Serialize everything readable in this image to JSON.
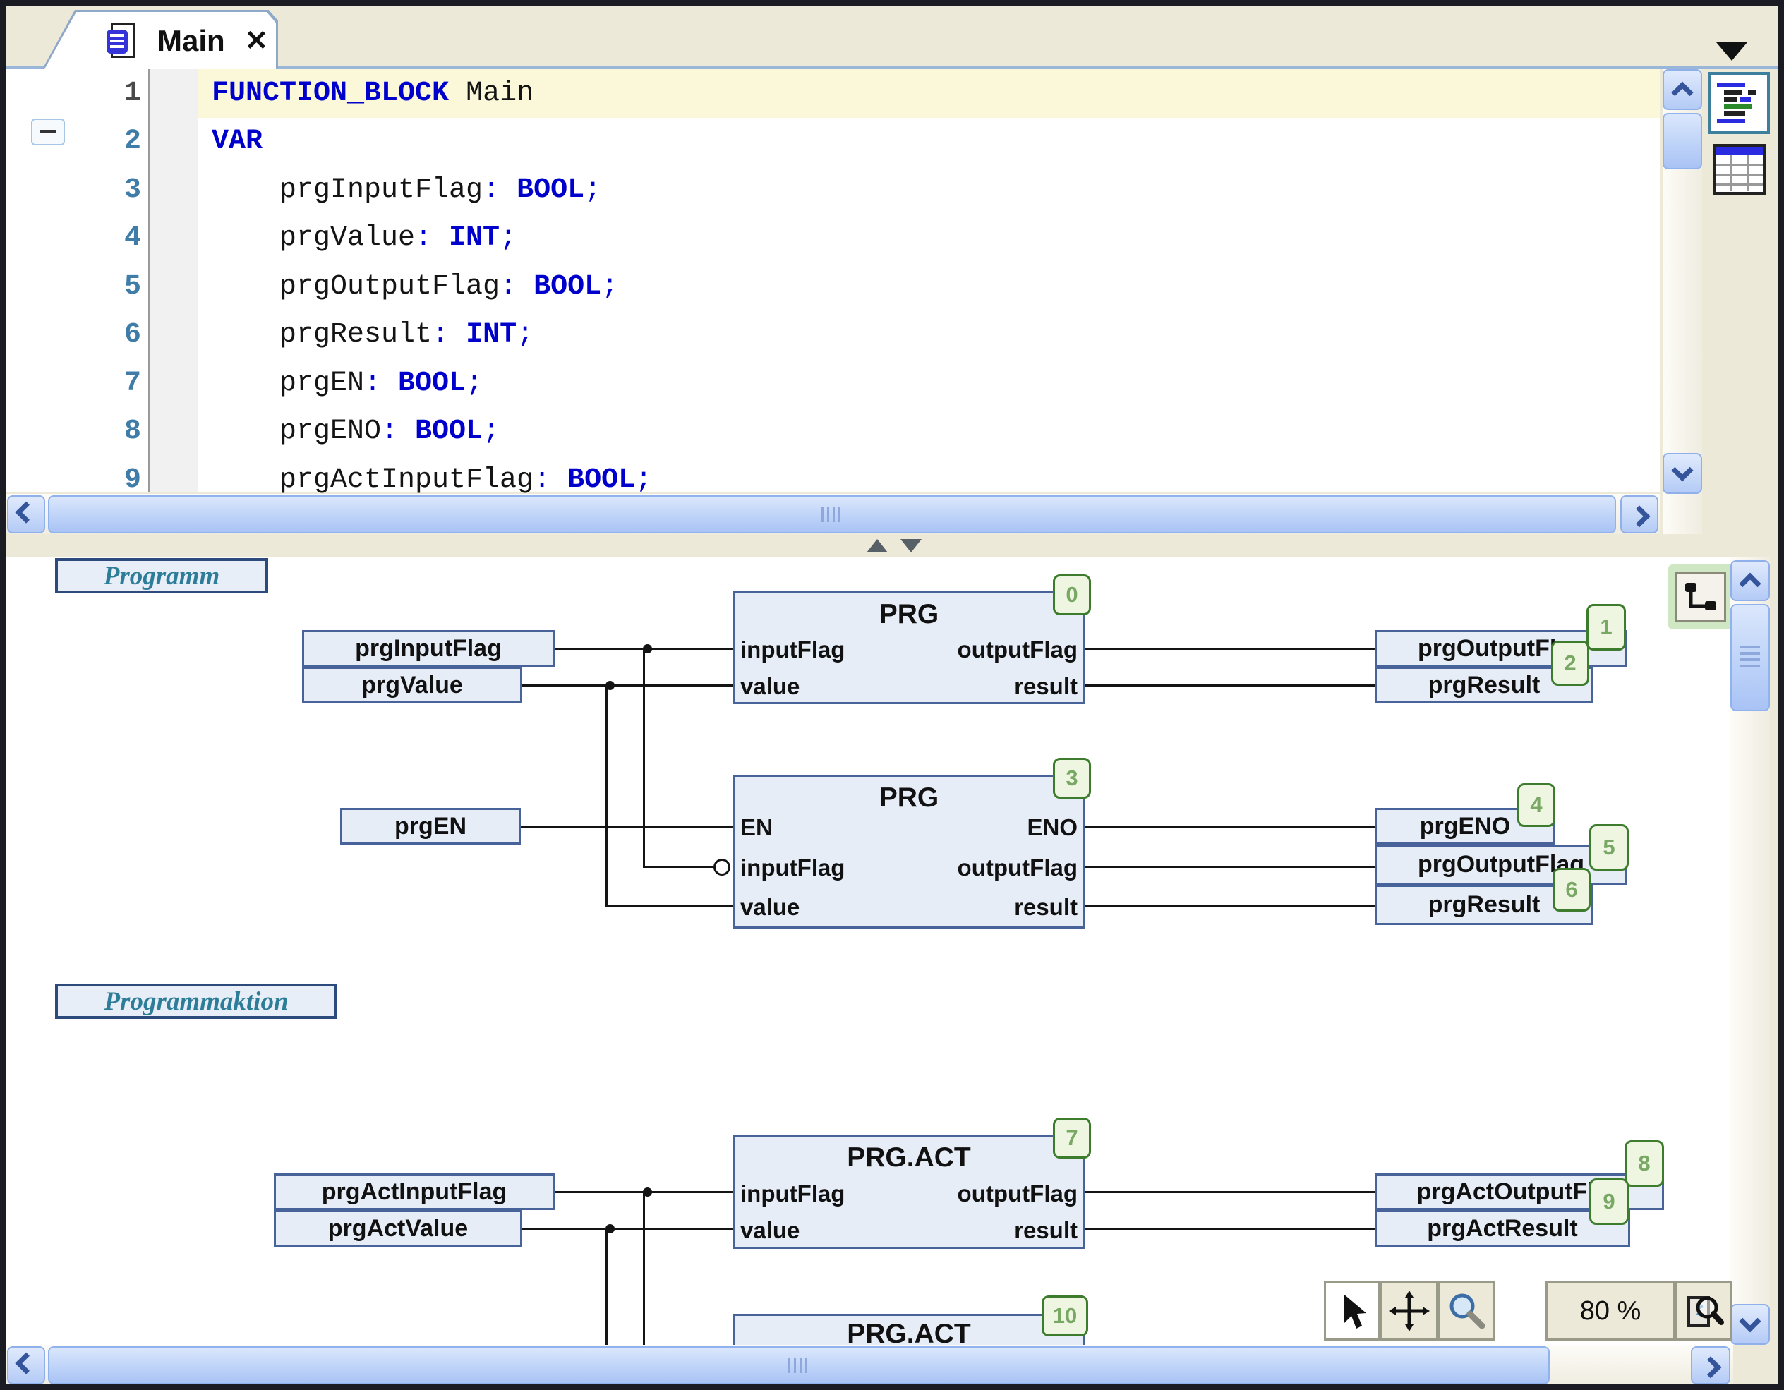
{
  "tab": {
    "label": "Main",
    "close_glyph": "✕"
  },
  "window": {
    "dropdown_icon": "dropdown-arrow"
  },
  "editor": {
    "lines": [
      {
        "num": "1",
        "kw": "FUNCTION_BLOCK",
        "rest": " Main"
      },
      {
        "num": "2",
        "kw": "VAR"
      },
      {
        "num": "3",
        "name": "prgInputFlag",
        "sep": ": ",
        "type": "BOOL",
        "semi": ";"
      },
      {
        "num": "4",
        "name": "prgValue",
        "sep": ": ",
        "type": "INT",
        "semi": ";"
      },
      {
        "num": "5",
        "name": "prgOutputFlag",
        "sep": ": ",
        "type": "BOOL",
        "semi": ";"
      },
      {
        "num": "6",
        "name": "prgResult",
        "sep": ": ",
        "type": "INT",
        "semi": ";"
      },
      {
        "num": "7",
        "name": "prgEN",
        "sep": ": ",
        "type": "BOOL",
        "semi": ";"
      },
      {
        "num": "8",
        "name": "prgENO",
        "sep": ": ",
        "type": "BOOL",
        "semi": ";"
      },
      {
        "num": "9",
        "name": "prgActInputFlag",
        "sep": ": ",
        "type": "BOOL",
        "semi": ";"
      }
    ]
  },
  "fbd": {
    "section_labels": {
      "program": "Programm",
      "program_action": "Programmaktion"
    },
    "blocks": [
      {
        "badge": "0",
        "title": "PRG",
        "in1": "inputFlag",
        "in2": "value",
        "out1": "outputFlag",
        "out2": "result"
      },
      {
        "badge": "3",
        "title": "PRG",
        "in1": "EN",
        "in2": "inputFlag",
        "in3": "value",
        "out1": "ENO",
        "out2": "outputFlag",
        "out3": "result"
      },
      {
        "badge": "7",
        "title": "PRG.ACT",
        "in1": "inputFlag",
        "in2": "value",
        "out1": "outputFlag",
        "out2": "result"
      },
      {
        "badge": "10",
        "title": "PRG.ACT"
      }
    ],
    "input_vars": {
      "prg_input_flag": "prgInputFlag",
      "prg_value": "prgValue",
      "prg_en": "prgEN",
      "prg_act_input_flag": "prgActInputFlag",
      "prg_act_value": "prgActValue"
    },
    "output_vars": {
      "o1": {
        "label": "prgOutputFlag",
        "badge": "1"
      },
      "o2": {
        "label": "prgResult",
        "badge": "2"
      },
      "o3": {
        "label": "prgENO",
        "badge": "4"
      },
      "o4": {
        "label": "prgOutputFlag",
        "badge": "5"
      },
      "o5": {
        "label": "prgResult",
        "badge": "6"
      },
      "o6": {
        "label": "prgActOutputFlag",
        "badge": "8"
      },
      "o7": {
        "label": "prgActResult",
        "badge": "9"
      }
    }
  },
  "toolbar": {
    "zoom_level": "80 %"
  },
  "icons": {
    "tab_icon": "pou-document-icon",
    "declaration_view": "text-view-icon",
    "table_view": "table-view-icon",
    "network_view": "network-view-icon",
    "select_tool": "cursor-arrow-icon",
    "pan_tool": "pan-move-icon",
    "zoom_tool": "magnifier-icon",
    "zoom_fit": "zoom-page-icon"
  },
  "colors": {
    "block_fill": "#e7edf7",
    "block_border": "#47639a",
    "badge_border": "#3c7c2c",
    "badge_fill": "#eef6e1",
    "label_text": "#2e7d98",
    "keyword": "#0000cc",
    "current_line": "#fbf8da",
    "chrome": "#ece9d8"
  }
}
